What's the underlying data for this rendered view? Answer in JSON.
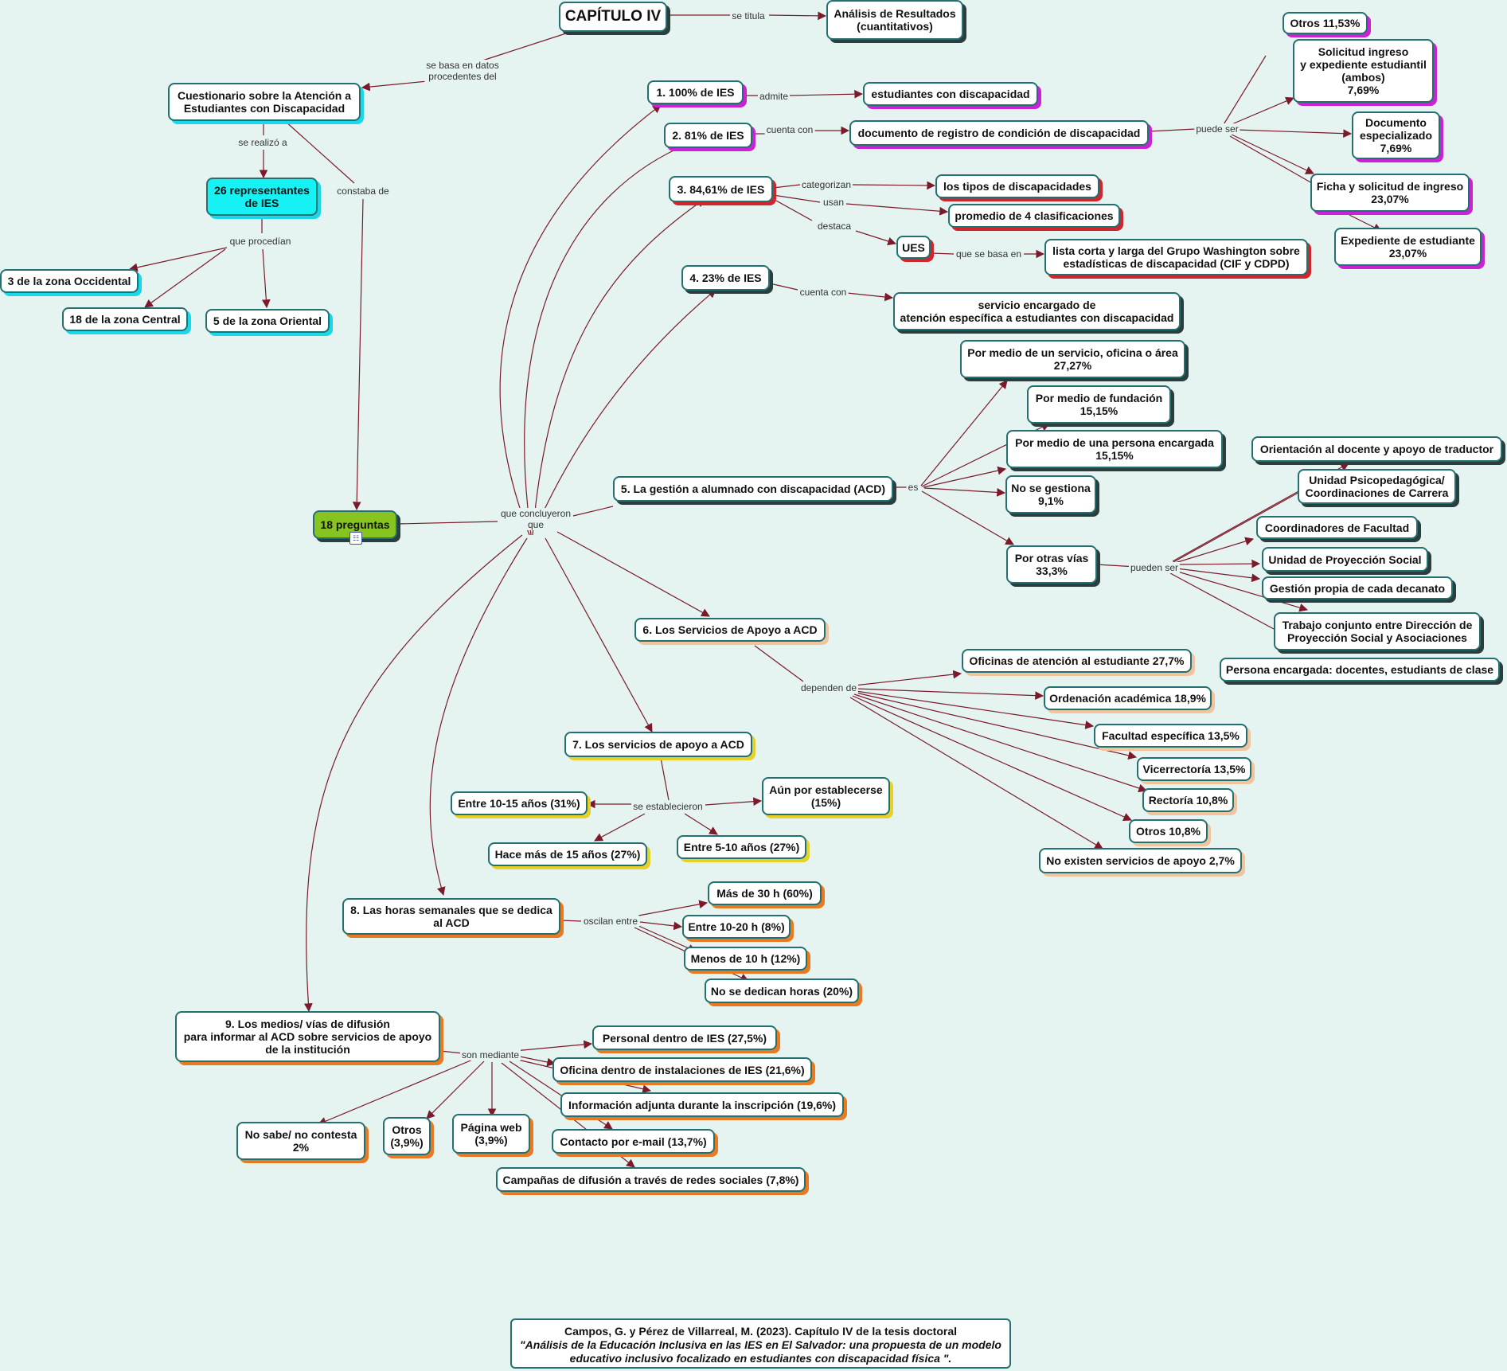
{
  "nodes": {
    "cap4": "CAPÍTULO IV",
    "analisis": "Análisis de Resultados\n(cuantitativos)",
    "cuestionario": "Cuestionario sobre la Atención a\nEstudiantes con Discapacidad",
    "rep26": "26 representantes\nde IES",
    "occ": "3 de la zona Occidental",
    "cent": "18 de la zona Central",
    "orie": "5 de la zona Oriental",
    "preg18": "18 preguntas",
    "n1": "1. 100% de IES",
    "estud": "estudiantes con discapacidad",
    "n2": "2. 81% de IES",
    "docreg": "documento de registro de condición de discapacidad",
    "otros1153": "Otros 11,53%",
    "solic": "Solicitud ingreso\ny expediente estudiantil\n(ambos)\n7,69%",
    "docesp": "Documento\nespecializado\n7,69%",
    "ficha": "Ficha y solicitud de ingreso\n23,07%",
    "exped": "Expediente de estudiante\n23,07%",
    "n3": "3. 84,61% de IES",
    "tipos": "los tipos de discapacidades",
    "prom": "promedio de 4 clasificaciones",
    "ues": "UES",
    "lista": "lista corta y larga del Grupo Washington sobre\nestadísticas de discapacidad (CIF y CDPD)",
    "n4": "4. 23% de IES",
    "servenc": "servicio encargado de\natención específica a estudiantes con discapacidad",
    "n5": "5. La gestión a alumnado con discapacidad (ACD)",
    "pmserv": "Por medio de un servicio, oficina o área\n27,27%",
    "pmfund": "Por medio de fundación\n15,15%",
    "pmpers": "Por medio de una persona encargada\n15,15%",
    "nogest": "No se gestiona\n9,1%",
    "otrasvias": "Por otras vías\n33,3%",
    "orient": "Orientación al docente y apoyo de traductor",
    "unidpsi": "Unidad Psicopedagógica/\nCoordinaciones de Carrera",
    "coordfac": "Coordinadores de Facultad",
    "unidproy": "Unidad de Proyección Social",
    "gestprop": "Gestión propia de cada decanato",
    "trabconj": "Trabajo conjunto entre Dirección de\nProyección Social y Asociaciones",
    "persenc": "Persona encargada: docentes, estudiants de clase",
    "n6": "6. Los Servicios de Apoyo a ACD",
    "ofic": "Oficinas de atención al estudiante 27,7%",
    "orden": "Ordenación académica 18,9%",
    "facesp": "Facultad específica 13,5%",
    "vicer": "Vicerrectoría 13,5%",
    "rect": "Rectoría 10,8%",
    "otros108": "Otros 10,8%",
    "noexist": "No existen servicios de apoyo 2,7%",
    "n7": "7. Los servicios de apoyo a ACD",
    "e1015": "Entre 10-15 años (31%)",
    "aun": "Aún por establecerse\n(15%)",
    "hace15": "Hace más de 15 años (27%)",
    "e510": "Entre 5-10 años (27%)",
    "n8": "8. Las horas semanales que se dedica\nal ACD",
    "mas30": "Más de 30 h (60%)",
    "e1020": "Entre 10-20 h (8%)",
    "men10": "Menos de 10 h (12%)",
    "nohoras": "No se dedican horas (20%)",
    "n9": "9. Los medios/ vías de difusión\npara informar al ACD sobre servicios de apoyo\nde la institución",
    "personal": "Personal dentro de IES (27,5%)",
    "oficina": "Oficina dentro de instalaciones de IES (21,6%)",
    "infoadj": "Información adjunta durante la inscripción (19,6%)",
    "email": "Contacto por e-mail (13,7%)",
    "campa": "Campañas de difusión a través de redes sociales (7,8%)",
    "nosabe": "No sabe/ no contesta\n2%",
    "otros39": "Otros\n(3,9%)",
    "pagweb": "Página web\n(3,9%)"
  },
  "links": {
    "setitula": "se titula",
    "sebasa": "se basa en datos\nprocedentes del",
    "serealizo": "se realizó a",
    "constaba": "constaba de",
    "procedian": "que procedían",
    "concluyeron": "que concluyeron\nque",
    "admite": "admite",
    "cuentacon2": "cuenta con",
    "puedeser": "puede ser",
    "categorizan": "categorizan",
    "usan": "usan",
    "destaca": "destaca",
    "quesebasa": "que se basa en",
    "cuentacon4": "cuenta con",
    "es": "es",
    "puedenser": "pueden ser",
    "dependen": "dependen de",
    "establecieron": "se establecieron",
    "oscilan": "oscilan entre",
    "sonmediante": "son mediante"
  },
  "citation": {
    "line1": "Campos, G. y Pérez de Villarreal, M. (2023). Capítulo IV de la tesis doctoral",
    "line2": "\"Análisis de la Educación Inclusiva en las IES en El Salvador: una propuesta de un modelo",
    "line3": "educativo inclusivo focalizado en estudiantes con discapacidad física \"."
  },
  "colors": {
    "background": "#e6f4f1",
    "border": "#22706f",
    "arrow": "#7a1a2a",
    "cyan": "#16f1f4",
    "green": "#88c420"
  }
}
